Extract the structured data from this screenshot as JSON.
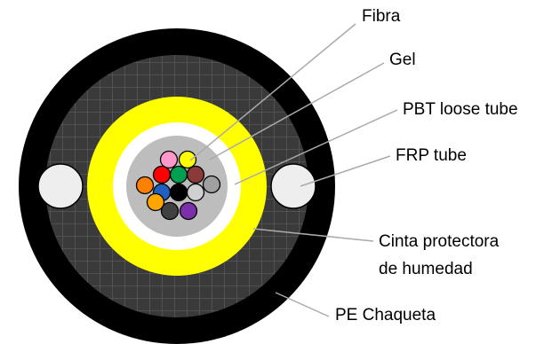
{
  "labels": {
    "fibra": "Fibra",
    "gel": "Gel",
    "pbt": "PBT loose tube",
    "frp": "FRP tube",
    "cinta_line1": "Cinta protectora",
    "cinta_line2": "de humedad",
    "pe": "PE Chaqueta"
  },
  "colors": {
    "jacket": "#000000",
    "armor_mesh": "#3a3a3a",
    "yellow_tape": "#ffff00",
    "white_ring": "#ffffff",
    "gel": "#bdbdbd",
    "frp": "#eeeeee",
    "leader_line": "#aaaaaa"
  },
  "fiber_colors": [
    "#ff99cc",
    "#ffff00",
    "#ff0000",
    "#00a050",
    "#8b3a3a",
    "#ff7f00",
    "#2060c0",
    "#000000",
    "#d0d0d0",
    "#a0a0a0",
    "#ffa500",
    "#404040",
    "#7b2fa8"
  ]
}
